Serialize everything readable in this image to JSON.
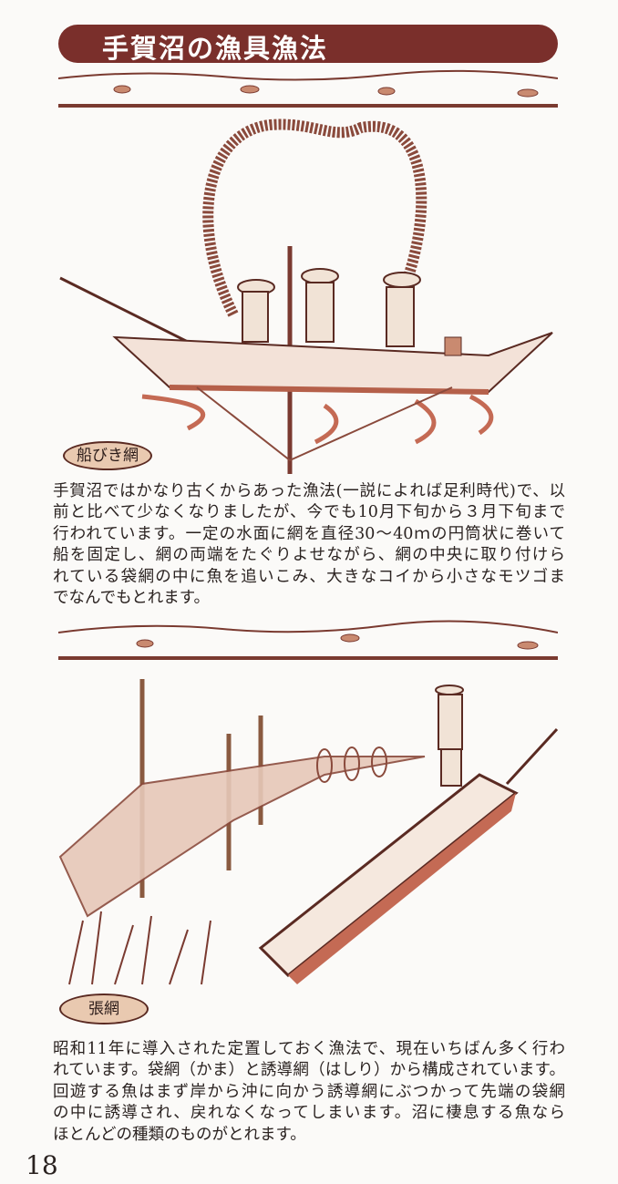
{
  "title": "手賀沼の漁具漁法",
  "section1": {
    "label": "船びき網",
    "lines": [
      "手賀沼ではかなり古くからあった漁法(一説によれば足利時代)で、以",
      "前と比べて少なくなりましたが、今でも10月下旬から３月下旬まで",
      "行われています。一定の水面に網を直径30〜40ｍの円筒状に巻いて",
      "船を固定し、網の両端をたぐりよせながら、網の中央に取り付けら",
      "れている袋網の中に魚を追いこみ、大きなコイから小さなモツゴま",
      "でなんでもとれます。"
    ]
  },
  "section2": {
    "label": "張網",
    "lines": [
      "昭和11年に導入された定置しておく漁法で、現在いちばん多く行わ",
      "れています。袋網（かま）と誘導網（はしり）から構成されています。",
      "回遊する魚はまず岸から沖に向かう誘導網にぶつかって先端の袋網",
      "の中に誘導され、戻れなくなってしまいます。沼に棲息する魚なら",
      "ほとんどの種類のものがとれます。"
    ]
  },
  "page_number": "18",
  "colors": {
    "title_bg": "#7a2f2b",
    "ink": "#7a3a30",
    "label_fill": "#e9c9b0"
  }
}
